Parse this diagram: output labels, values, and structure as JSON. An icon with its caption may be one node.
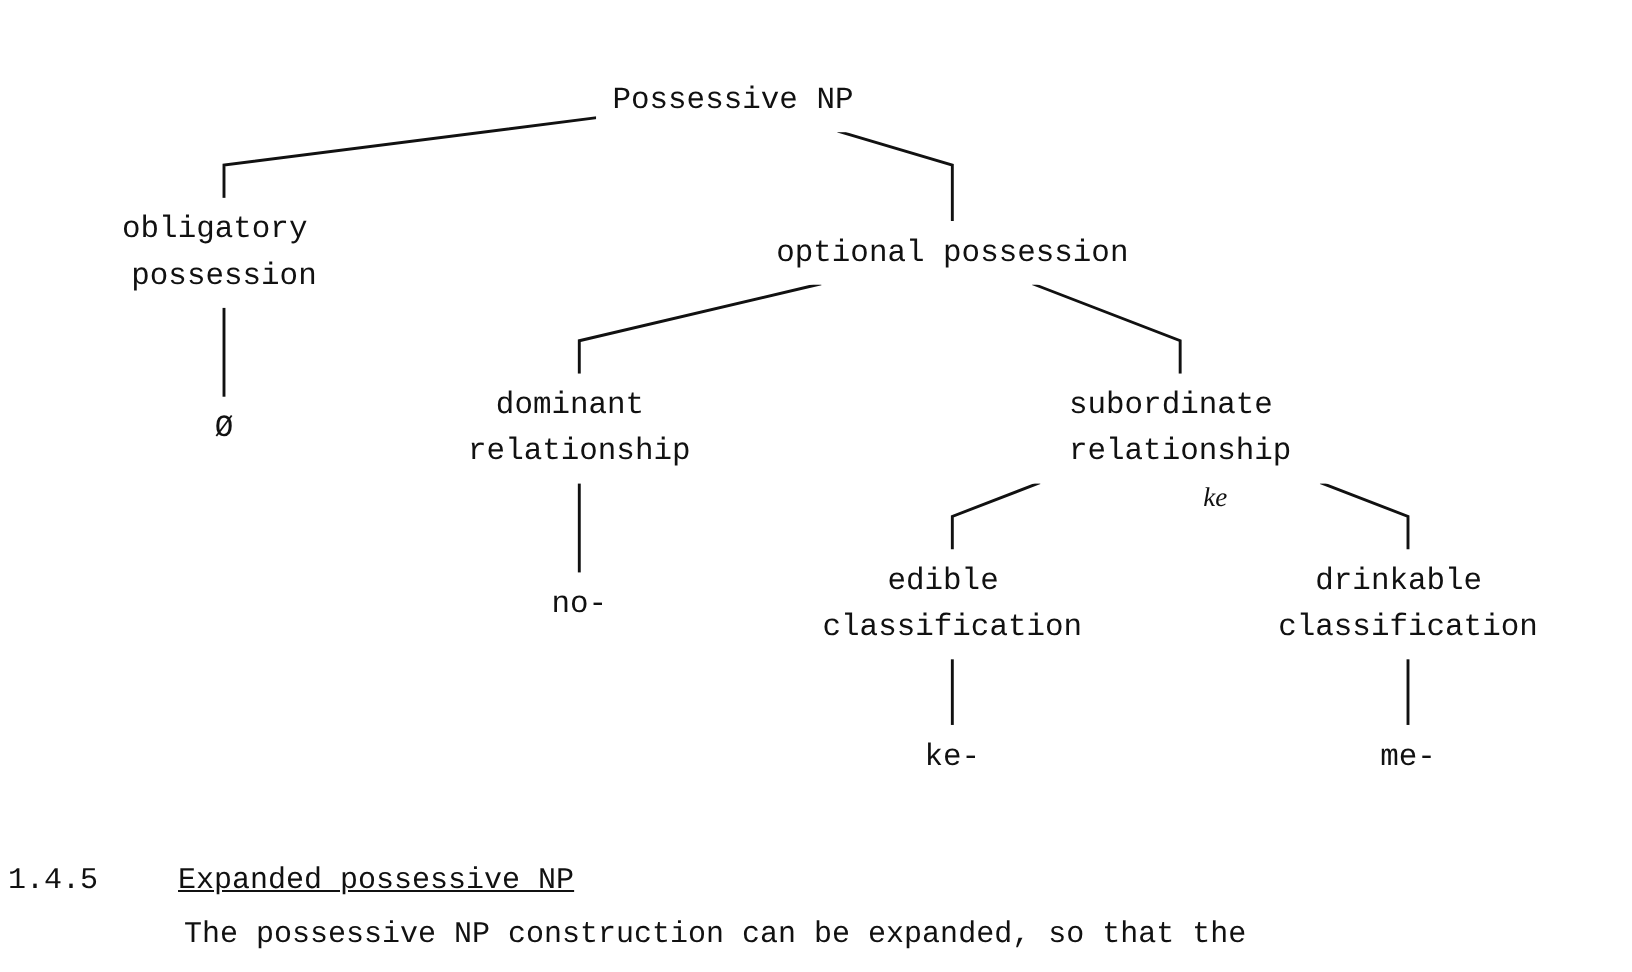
{
  "diagram": {
    "nodes": [
      {
        "text": [
          "Possessive NP"
        ]
      },
      {
        "text": [
          "obligatory possession"
        ]
      },
      {
        "text": [
          "optional possession"
        ]
      },
      {
        "text": [
          "Ø"
        ]
      },
      {
        "text": [
          "dominant relationship"
        ]
      },
      {
        "text": [
          "subordinate relationship"
        ],
        "beside": [
          "ke"
        ]
      },
      {
        "text": [
          "no-"
        ]
      },
      {
        "text": [
          "edible classification"
        ]
      },
      {
        "text": [
          "drinkable classification"
        ]
      },
      {
        "text": [
          "ke-"
        ]
      },
      {
        "text": [
          "me-"
        ]
      }
    ],
    "edges": [
      {
        "from": 0,
        "to": 1,
        "arrow": "none"
      },
      {
        "from": 0,
        "to": 2,
        "arrow": "none"
      },
      {
        "from": 1,
        "to": 3,
        "arrow": "none"
      },
      {
        "from": 2,
        "to": 4,
        "arrow": "none"
      },
      {
        "from": 2,
        "to": 5,
        "arrow": "none"
      },
      {
        "from": 4,
        "to": 6,
        "arrow": "none"
      },
      {
        "from": 5,
        "to": 7,
        "arrow": "none"
      },
      {
        "from": 5,
        "to": 8,
        "arrow": "none"
      },
      {
        "from": 7,
        "to": 9,
        "arrow": "none"
      },
      {
        "from": 8,
        "to": 10,
        "arrow": "none"
      }
    ],
    "labels": [
      "1.4.5",
      "Expanded possessive NP",
      "The possessive NP construction can be expanded, so that the"
    ]
  }
}
